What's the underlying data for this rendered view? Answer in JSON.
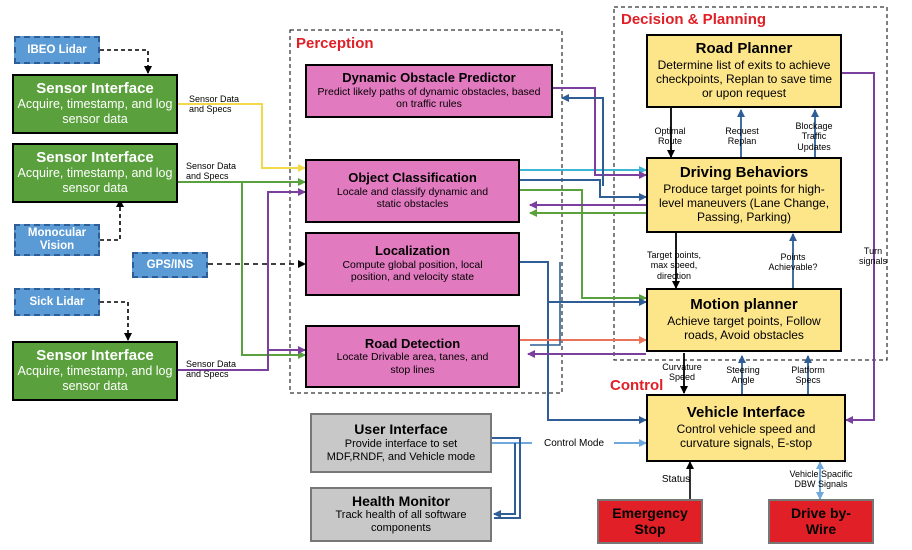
{
  "sections": {
    "perception": "Perception",
    "decision": "Decision & Planning",
    "control": "Control"
  },
  "sources": {
    "ibeo": "IBEO Lidar",
    "monocular": "Monocular Vision",
    "gps": "GPS/INS",
    "sick": "Sick Lidar"
  },
  "sensor_interfaces": [
    {
      "title": "Sensor Interface",
      "desc": "Acquire, timestamp, and log sensor data"
    },
    {
      "title": "Sensor Interface",
      "desc": "Acquire, timestamp, and log sensor data"
    },
    {
      "title": "Sensor Interface",
      "desc": "Acquire, timestamp, and log sensor data"
    }
  ],
  "perception_boxes": {
    "dynamic": {
      "title": "Dynamic Obstacle Predictor",
      "desc": "Predict likely paths of dynamic obstacles, based on traffic rules"
    },
    "object": {
      "title": "Object Classification",
      "desc": "Locale and classify dynamic and static obstacles"
    },
    "localization": {
      "title": "Localization",
      "desc": "Compute global position, local position, and velocity state"
    },
    "road": {
      "title": "Road Detection",
      "desc": "Locate Drivable area, tanes, and stop lines"
    }
  },
  "planning_boxes": {
    "road_planner": {
      "title": "Road Planner",
      "desc": "Determine list of exits to achieve checkpoints, Replan to save time or upon request"
    },
    "behaviors": {
      "title": "Driving Behaviors",
      "desc": "Produce target points for high-level maneuvers (Lane Change, Passing, Parking)"
    },
    "motion": {
      "title": "Motion planner",
      "desc": "Achieve target points, Follow roads, Avoid obstacles"
    }
  },
  "control_boxes": {
    "vehicle": {
      "title": "Vehicle Interface",
      "desc": "Control vehicle speed and curvature signals, E-stop"
    },
    "estop": {
      "title": "Emergency Stop"
    },
    "dbw": {
      "title": "Drive by-Wire"
    }
  },
  "other_boxes": {
    "ui": {
      "title": "User Interface",
      "desc": "Provide interface to set MDF,RNDF, and Vehicle mode"
    },
    "health": {
      "title": "Health Monitor",
      "desc": "Track health of all software components"
    }
  },
  "edge_labels": {
    "sensor_data": "Sensor Data and Specs",
    "optimal_route": "Optimal Route",
    "request_replan": "Request Replan",
    "blockage": "Blockage Traffic Updates",
    "target_points": "Target points, max speed, direction",
    "points_achievable": "Points Achievable?",
    "turn_signals": "Turn signals",
    "curvature_speed": "Curvature Speed",
    "steering_angle": "Steering Angle",
    "platform_specs": "Platform Specs",
    "control_mode": "Control Mode",
    "status": "Status",
    "dbw_signals": "Vehicle Spacific DBW Signals"
  },
  "colors": {
    "sensor": "#5aa03c",
    "perception": "#e27ac0",
    "planning": "#fde58a",
    "source": "#5b9bd5",
    "user": "#c8c8c8",
    "hardware": "#e01f26",
    "wire_yellow": "#f2d84b",
    "wire_green": "#5aa03c",
    "wire_purple": "#7b3f9e",
    "wire_blue": "#2e5e95",
    "wire_cyan": "#3cb6d4",
    "wire_red": "#e8735a",
    "wire_lightblue": "#6fa8dc"
  }
}
